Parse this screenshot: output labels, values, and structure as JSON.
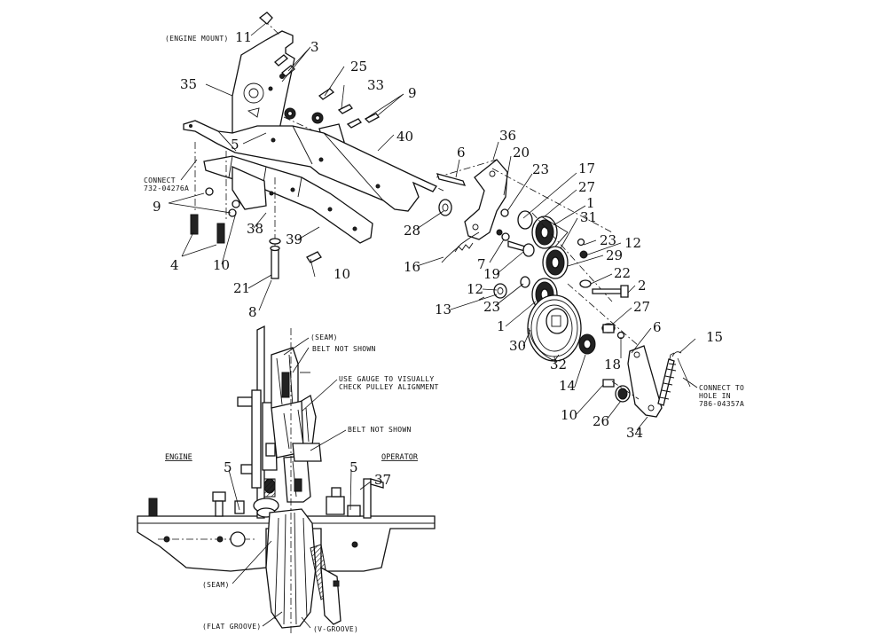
{
  "callouts": {
    "c11": "11",
    "c3": "3",
    "c35": "35",
    "c25": "25",
    "c33": "33",
    "c9a": "9",
    "c5a": "5",
    "c40": "40",
    "c36": "36",
    "c6a": "6",
    "c20": "20",
    "c23a": "23",
    "c17": "17",
    "c27a": "27",
    "c1a": "1",
    "c9b": "9",
    "c4": "4",
    "c10a": "10",
    "c38": "38",
    "c39": "39",
    "c10b": "10",
    "c21": "21",
    "c8": "8",
    "c28": "28",
    "c16": "16",
    "c7": "7",
    "c19": "19",
    "c31": "31",
    "c23b": "23",
    "c12a": "12",
    "c29": "29",
    "c22": "22",
    "c2": "2",
    "c12b": "12",
    "c13": "13",
    "c23c": "23",
    "c1b": "1",
    "c27b": "27",
    "c30": "30",
    "c6b": "6",
    "c18": "18",
    "c15": "15",
    "c32": "32",
    "c14": "14",
    "c10c": "10",
    "c26": "26",
    "c34": "34",
    "c5b": "5",
    "c5c": "5",
    "c37": "37"
  },
  "notes": {
    "engine_mount": "(ENGINE MOUNT)",
    "connect_a_line1": "CONNECT",
    "connect_a_line2": "732-04276A",
    "connect_b_line1": "CONNECT TO",
    "connect_b_line2": "HOLE IN",
    "connect_b_line3": "786-04357A",
    "seam_top": "(SEAM)",
    "belt_not_shown_1": "BELT NOT SHOWN",
    "gauge_line1": "USE GAUGE TO VISUALLY",
    "gauge_line2": "CHECK PULLEY ALIGNMENT",
    "belt_not_shown_2": "BELT NOT SHOWN",
    "seam_bottom": "(SEAM)",
    "flat_groove": "(FLAT GROOVE)",
    "v_groove": "(V-GROOVE)"
  },
  "headings": {
    "engine": "ENGINE",
    "operator": "OPERATOR"
  }
}
